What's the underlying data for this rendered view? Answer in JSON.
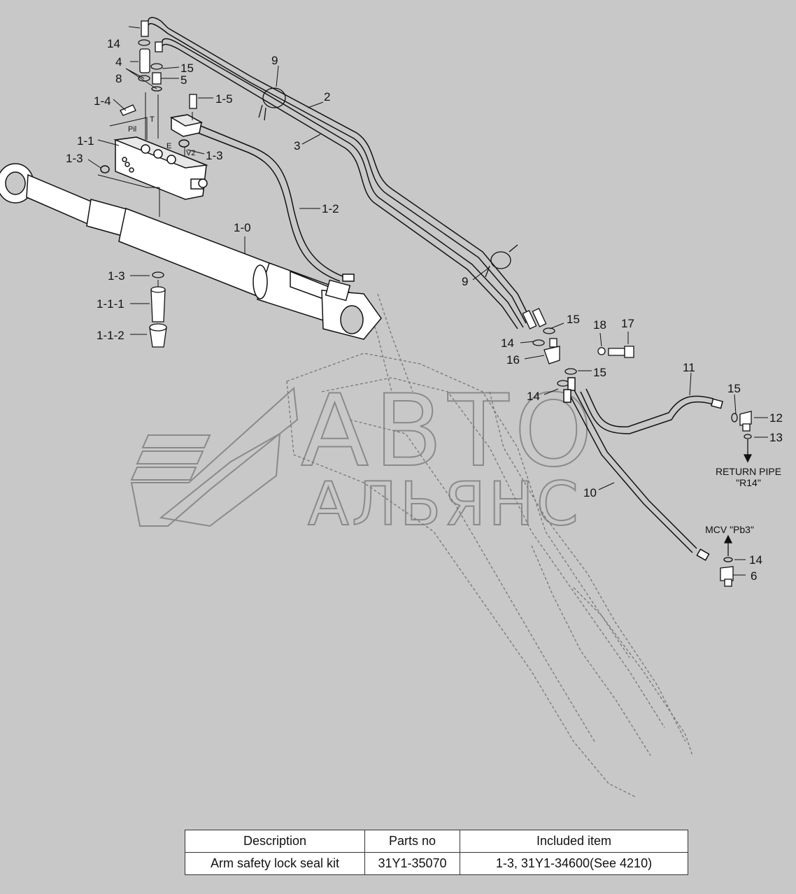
{
  "callouts": {
    "c14a": "14",
    "c4": "4",
    "c15a": "15",
    "c8": "8",
    "c5": "5",
    "c1_4": "1-4",
    "c1_5": "1-5",
    "c1_1": "1-1",
    "c1_3a": "1-3",
    "c1_3b": "1-3",
    "c1_0": "1-0",
    "c1_3c": "1-3",
    "c1_1_1": "1-1-1",
    "c1_1_2": "1-1-2",
    "c1_2": "1-2",
    "c9a": "9",
    "c2": "2",
    "c3": "3",
    "c9b": "9",
    "c15b": "15",
    "c18": "18",
    "c17": "17",
    "c14b": "14",
    "c16": "16",
    "c15c": "15",
    "c14c": "14",
    "c11": "11",
    "c15d": "15",
    "c12": "12",
    "c13": "13",
    "c10": "10",
    "c14d": "14",
    "c6": "6"
  },
  "port_labels": {
    "pil": "Pil",
    "t": "T",
    "e": "E",
    "v2": "V2"
  },
  "notes": {
    "return_pipe_line1": "RETURN PIPE",
    "return_pipe_line2": "\"R14\"",
    "mcv": "MCV  \"Pb3\""
  },
  "watermark": {
    "line1": "АВТО",
    "line2": "АЛЬЯНС"
  },
  "table": {
    "headers": [
      "Description",
      "Parts no",
      "Included item"
    ],
    "rows": [
      [
        "Arm safety lock seal kit",
        "31Y1-35070",
        "1-3, 31Y1-34600(See 4210)"
      ]
    ]
  }
}
